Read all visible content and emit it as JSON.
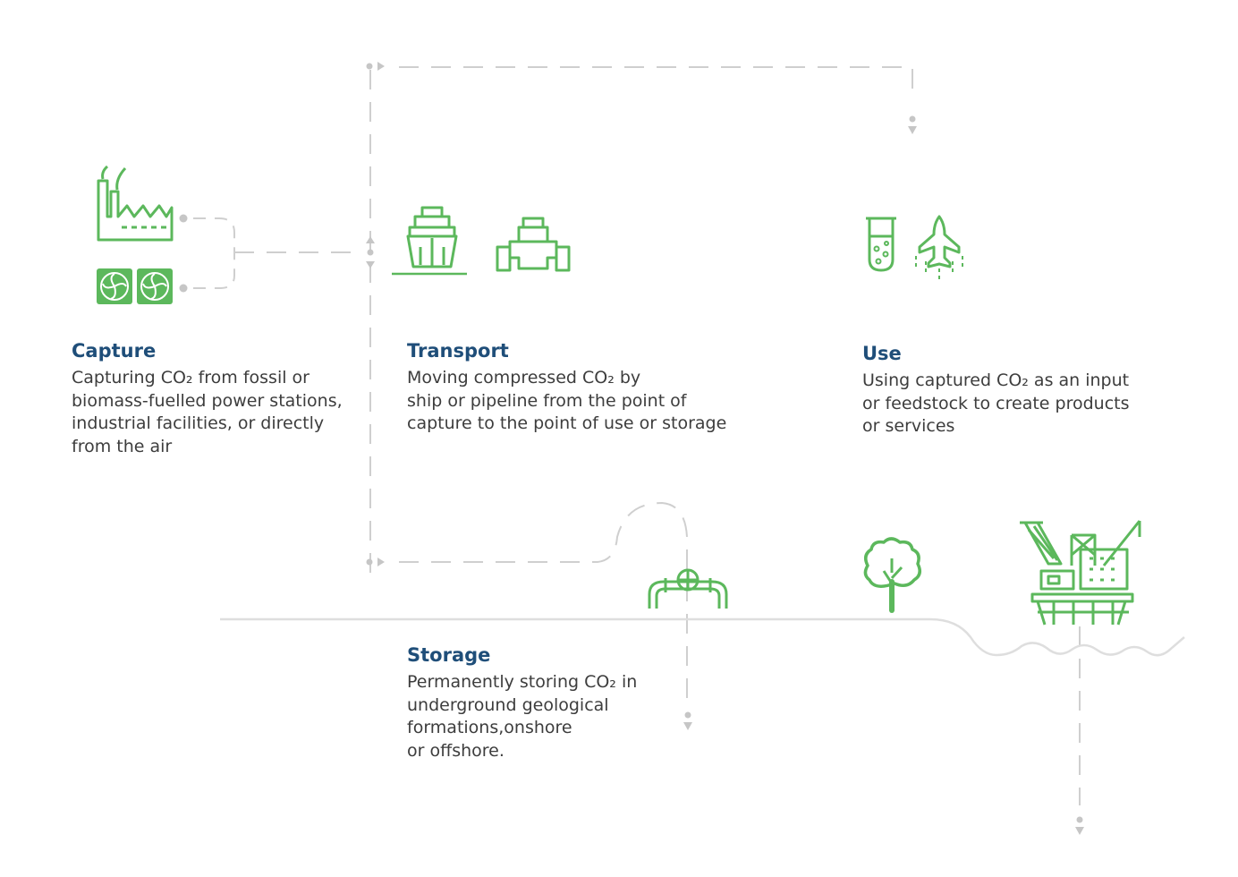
{
  "capture": {
    "title": "Capture",
    "lines": [
      "Capturing CO₂ from fossil or",
      "biomass-fuelled power stations,",
      "industrial facilities, or directly",
      "from the air"
    ]
  },
  "transport": {
    "title": "Transport",
    "lines": [
      "Moving compressed CO₂ by",
      "ship or pipeline from the point of",
      "capture to the point of use or storage"
    ]
  },
  "use": {
    "title": "Use",
    "lines": [
      "Using captured CO₂ as an input",
      "or feedstock to create products",
      "or services"
    ]
  },
  "storage": {
    "title": "Storage",
    "lines": [
      "Permanently storing CO₂ in",
      "underground geological",
      "formations,onshore",
      "or offshore."
    ]
  },
  "icons": [
    "factory-icon",
    "air-capture-fans-icon",
    "ship-icon",
    "pipeline-icon",
    "test-tube-icon",
    "aircraft-icon",
    "pipe-valve-icon",
    "tree-icon",
    "offshore-platform-icon"
  ],
  "colors": {
    "accent": "#5cb85c",
    "title": "#1f4e79",
    "text": "#3d3d3d",
    "connector": "#c9c9c9"
  }
}
